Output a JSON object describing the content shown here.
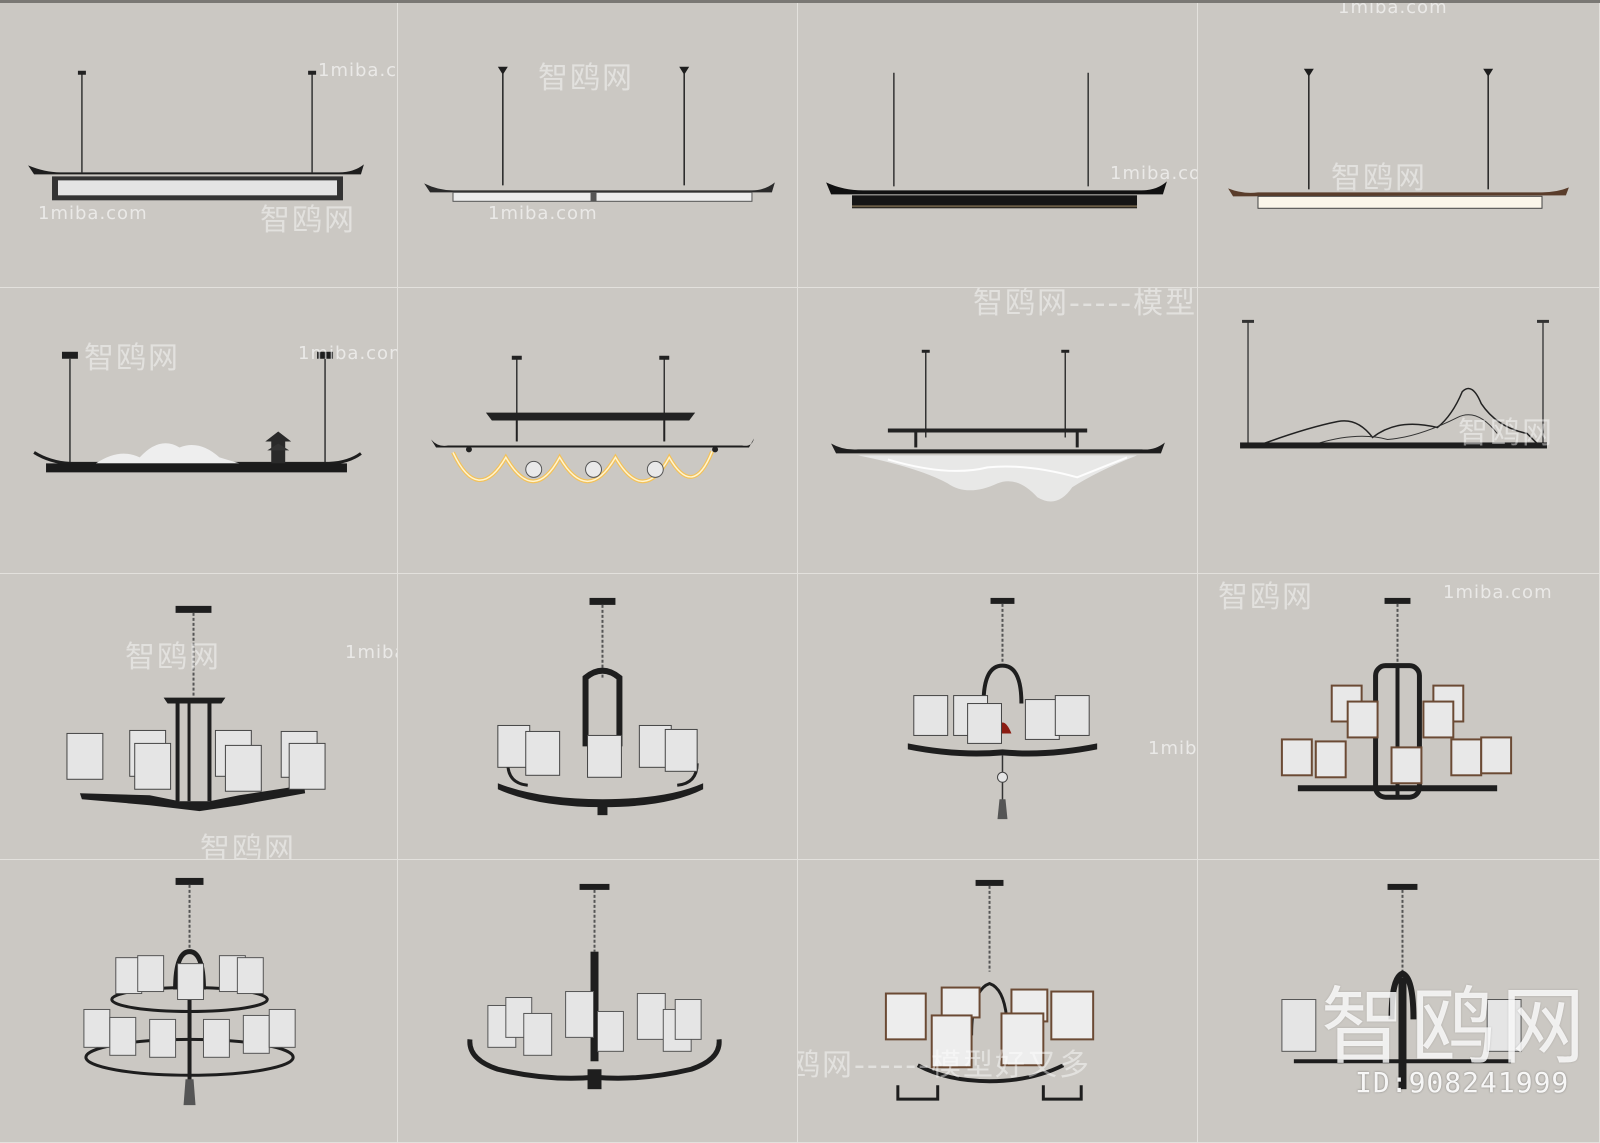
{
  "watermarks": {
    "site": "1miba.com",
    "brand": "智鸥网",
    "slogan": "智鸥网-----模型好又多",
    "slogan_bottom": "智鸥网------模型好又多",
    "dashes": "------",
    "big_brand": "智鸥网",
    "id_label": "ID:908241999"
  },
  "products": [
    {
      "row": 1,
      "col": 1,
      "kind": "linear-pendant",
      "style": "framed-panel"
    },
    {
      "row": 1,
      "col": 2,
      "kind": "linear-pendant",
      "style": "slim-curved"
    },
    {
      "row": 1,
      "col": 3,
      "kind": "linear-pendant",
      "style": "black-bar"
    },
    {
      "row": 1,
      "col": 4,
      "kind": "linear-pendant",
      "style": "wood-edge"
    },
    {
      "row": 2,
      "col": 1,
      "kind": "linear-pendant",
      "style": "landscape-pagoda"
    },
    {
      "row": 2,
      "col": 2,
      "kind": "linear-pendant",
      "style": "wave-glow"
    },
    {
      "row": 2,
      "col": 3,
      "kind": "linear-pendant",
      "style": "cloud-mist"
    },
    {
      "row": 2,
      "col": 4,
      "kind": "linear-pendant",
      "style": "mountain-line"
    },
    {
      "row": 3,
      "col": 1,
      "kind": "chandelier",
      "style": "cylinder-8"
    },
    {
      "row": 3,
      "col": 2,
      "kind": "chandelier",
      "style": "lantern-6"
    },
    {
      "row": 3,
      "col": 3,
      "kind": "chandelier",
      "style": "ring-tassel"
    },
    {
      "row": 3,
      "col": 4,
      "kind": "chandelier",
      "style": "square-shades"
    },
    {
      "row": 4,
      "col": 1,
      "kind": "chandelier",
      "style": "two-tier-tassel"
    },
    {
      "row": 4,
      "col": 2,
      "kind": "chandelier",
      "style": "rod-cylinders"
    },
    {
      "row": 4,
      "col": 3,
      "kind": "chandelier",
      "style": "square-fretwork"
    },
    {
      "row": 4,
      "col": 4,
      "kind": "chandelier",
      "style": "cylinder-wide"
    }
  ],
  "colors": {
    "background": "#cbc8c3",
    "metal": "#1e1e1e",
    "shade": "#e8e8e8",
    "glow": "#f3c25a",
    "wood": "#6b4a34",
    "red_accent": "#8b1c12"
  }
}
